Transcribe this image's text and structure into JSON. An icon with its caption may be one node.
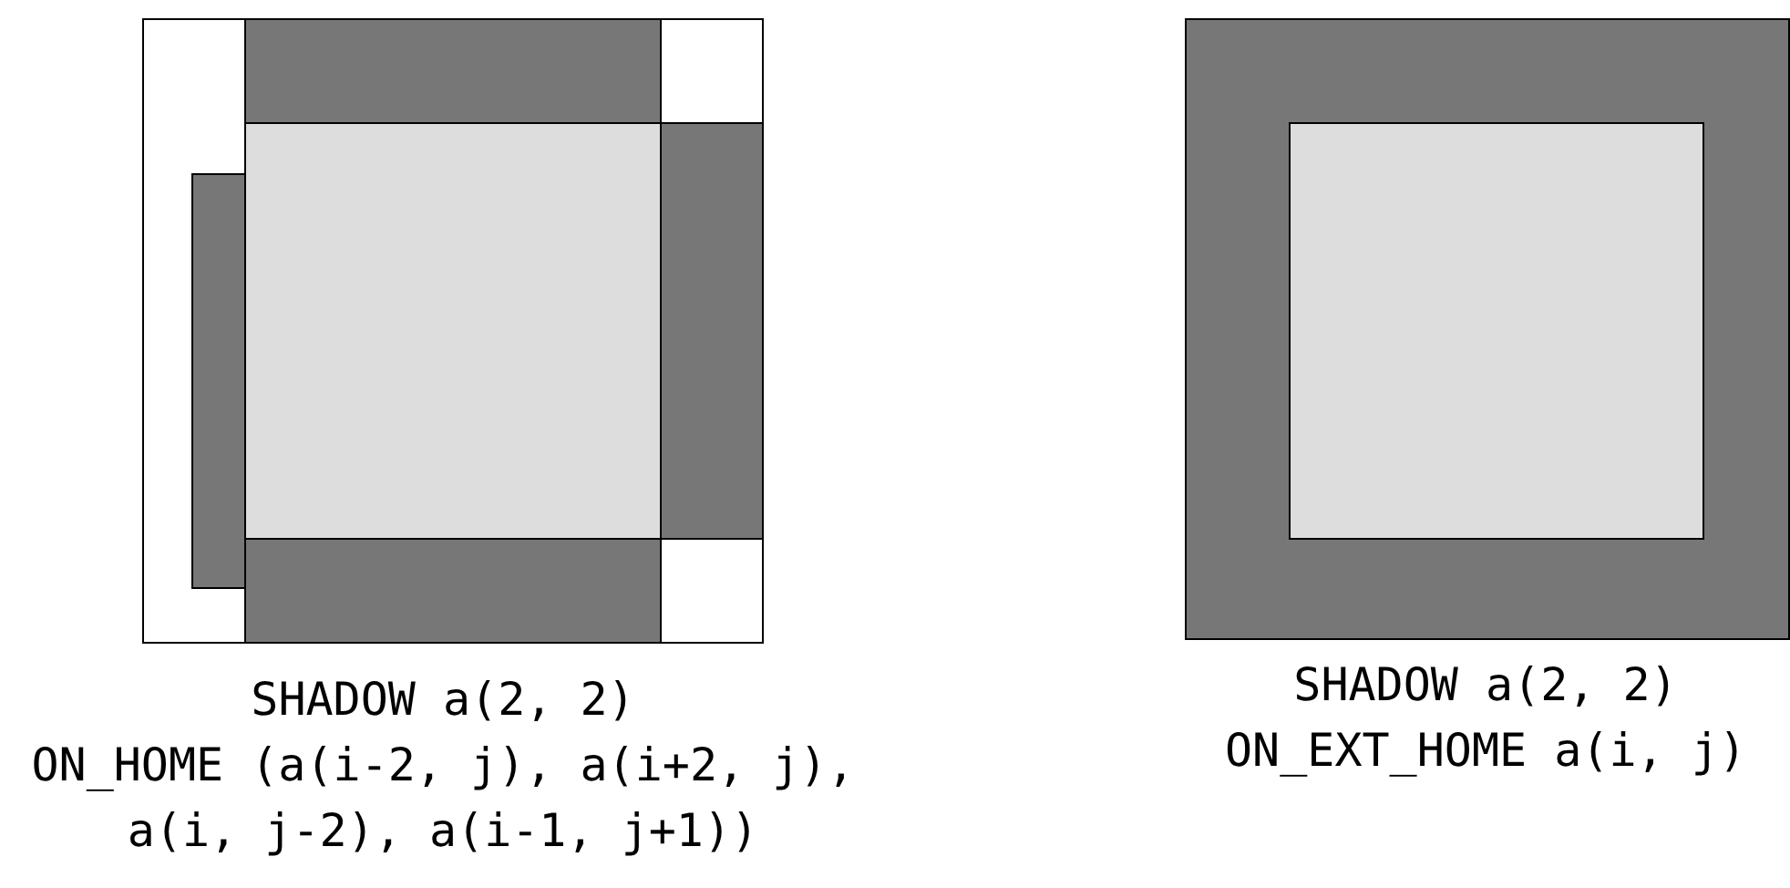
{
  "diagram": {
    "labels": [
      "SHADOW a(2, 2)",
      "ON_HOME (a(i-2, j), a(i+2, j), a(i, j-2), a(i-1, j+1))",
      "SHADOW a(2, 2)",
      "ON_EXT_HOME a(i, j)"
    ]
  }
}
